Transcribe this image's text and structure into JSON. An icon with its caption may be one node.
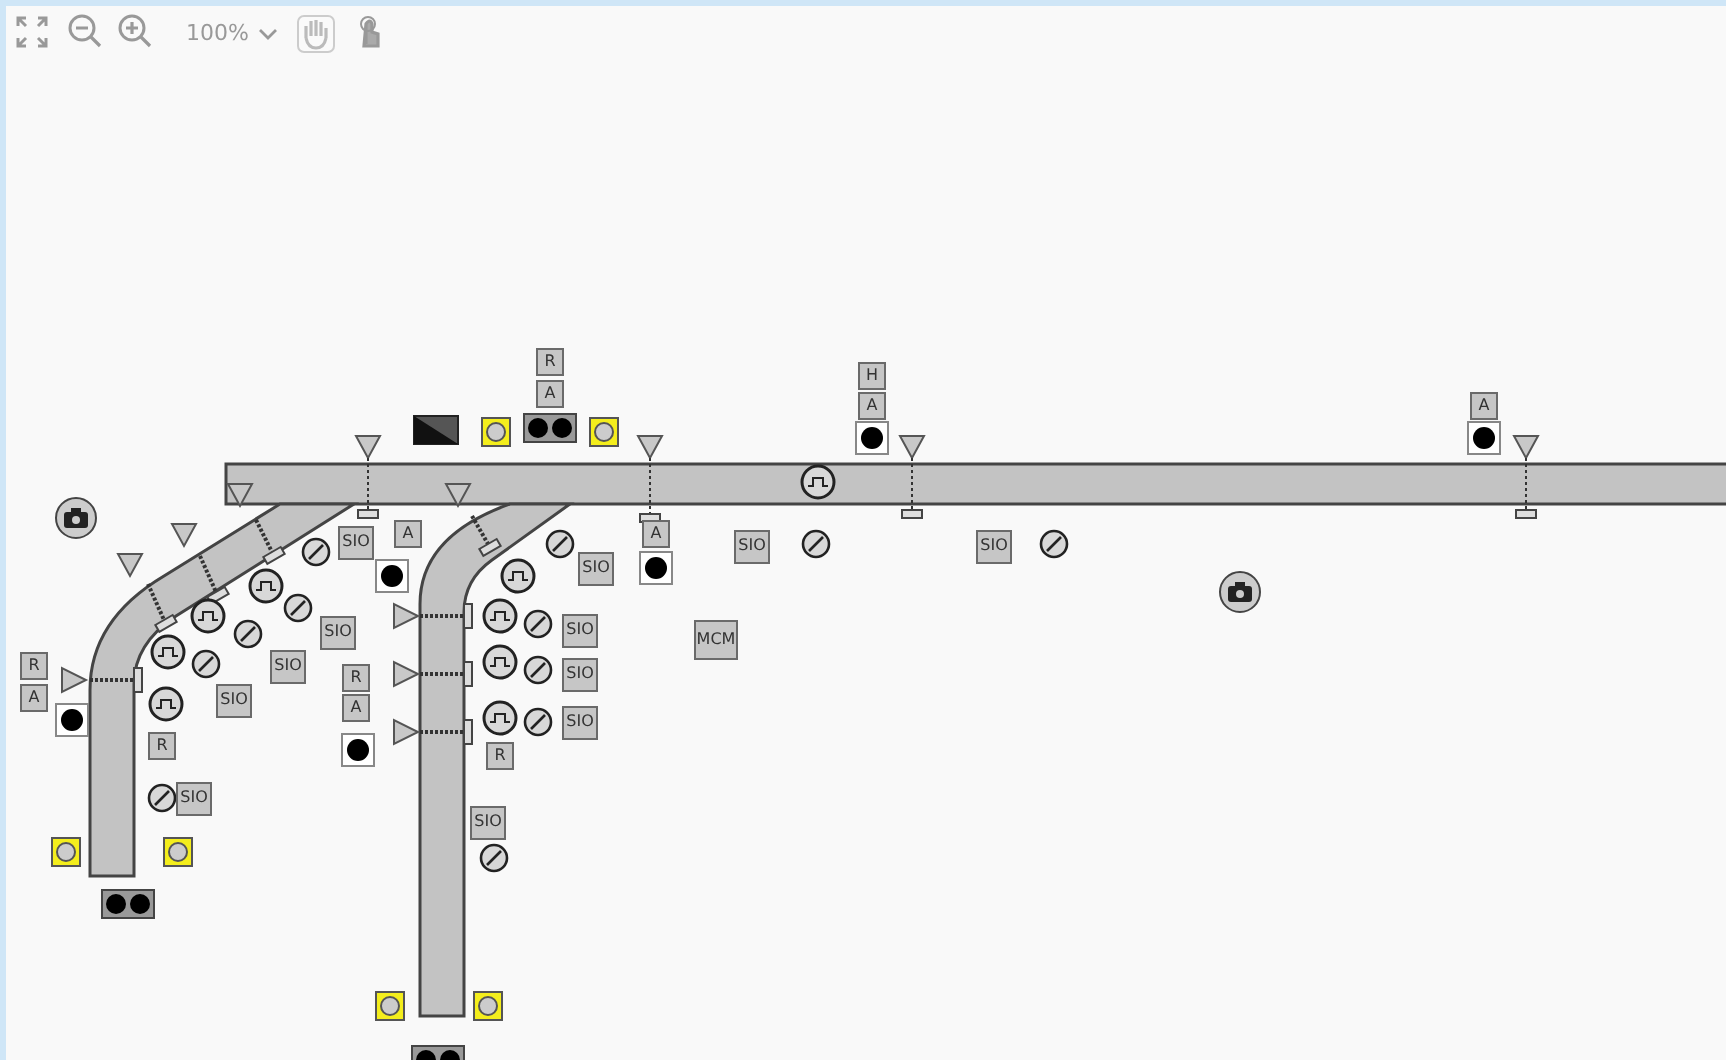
{
  "diagram": {
    "nodes": [
      {
        "text": [
          "R"
        ]
      },
      {
        "text": [
          "A"
        ]
      },
      {
        "text": [
          "H"
        ]
      },
      {
        "text": [
          "A"
        ]
      },
      {
        "text": [
          "A"
        ]
      },
      {
        "text": [
          "A"
        ]
      },
      {
        "text": [
          "SIO"
        ]
      },
      {
        "text": [
          "A"
        ]
      },
      {
        "text": [
          "SIO"
        ]
      },
      {
        "text": [
          "SIO"
        ]
      },
      {
        "text": [
          "SIO"
        ]
      },
      {
        "text": [
          "MCM"
        ]
      },
      {
        "text": [
          "SIO"
        ]
      },
      {
        "text": [
          "SIO"
        ]
      },
      {
        "text": [
          "R"
        ]
      },
      {
        "text": [
          "A"
        ]
      },
      {
        "text": [
          "R"
        ]
      },
      {
        "text": [
          "A"
        ]
      },
      {
        "text": [
          "SIO"
        ]
      },
      {
        "text": [
          "SIO"
        ]
      },
      {
        "text": [
          "SIO"
        ]
      },
      {
        "text": [
          "SIO"
        ]
      },
      {
        "text": [
          "R"
        ]
      },
      {
        "text": [
          "R"
        ]
      },
      {
        "text": [
          "SIO"
        ]
      },
      {
        "text": [
          "SIO"
        ]
      }
    ],
    "labels": [
      "100%"
    ]
  }
}
